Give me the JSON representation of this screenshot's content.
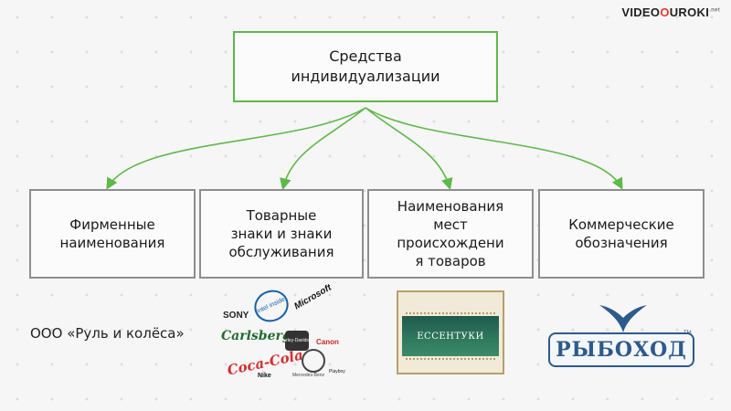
{
  "watermark": {
    "prefix": "VIDEO",
    "rest": "UROKI",
    "suffix": ".net"
  },
  "root": {
    "label": "Средства\nиндивидуализации"
  },
  "children": [
    {
      "label": "Фирменные\nнаименования"
    },
    {
      "label": "Товарные\nзнаки и знаки\nобслуживания"
    },
    {
      "label": "Наименования\nмест\nпроисхождени\nя товаров"
    },
    {
      "label": "Коммерческие\nобозначения"
    }
  ],
  "example_firm": "ООО «Руль и колёса»",
  "brand_logos": [
    "SONY",
    "intel inside",
    "Microsoft",
    "Carlsberg",
    "Harley-Davidson",
    "Canon",
    "Coca-Cola",
    "Nike",
    "Mercedes-Benz",
    "Playboy"
  ],
  "origin_logo": {
    "text": "ЕССЕНТУКИ"
  },
  "commercial_logo": {
    "text": "РЫБОХОД",
    "tm": "TM"
  },
  "colors": {
    "root_border": "#5fb84a",
    "arrow": "#5fb84a",
    "child_border": "#8e8e8e"
  }
}
